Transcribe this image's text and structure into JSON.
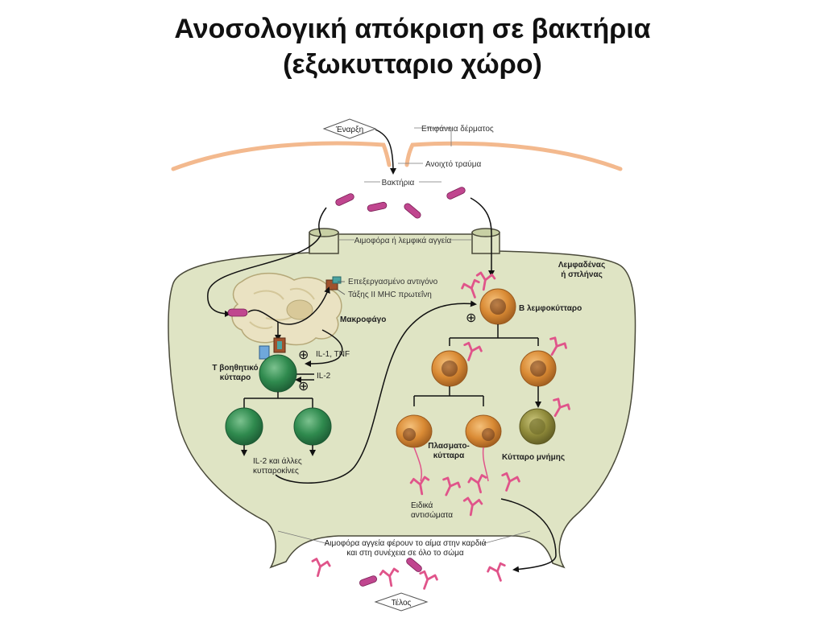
{
  "title": {
    "line1": "Ανοσολογική απόκριση σε βακτήρια",
    "line2": "(εξωκυτταριο χώρο)"
  },
  "labels": {
    "start": "Έναρξη",
    "end": "Τέλος",
    "skin_surface": "Επιφάνεια δέρματος",
    "open_wound": "Ανοιχτό τραύμα",
    "bacteria": "Βακτήρια",
    "vessels_top": "Αιμοφόρα ή λεμφικά αγγεία",
    "lymph_node_1": "Λεμφαδένας",
    "lymph_node_2": "ή σπλήνας",
    "processed_antigen": "Επεξεργασμένο αντιγόνο",
    "mhc_class_ii": "Τάξης ΙΙ MHC πρωτεΐνη",
    "macrophage": "Μακροφάγο",
    "il1_tnf": "IL-1, TNF",
    "il2": "IL-2",
    "helper_t_1": "T βοηθητικό",
    "helper_t_2": "κύτταρο",
    "b_lymphocyte": "Β λεμφοκύτταρο",
    "il2_cytokines_1": "IL-2 και άλλες",
    "il2_cytokines_2": "κυτταροκίνες",
    "plasma_cells_1": "Πλασματο-",
    "plasma_cells_2": "κύτταρα",
    "memory_cell": "Κύτταρο μνήμης",
    "antibodies_1": "Ειδικά",
    "antibodies_2": "αντισώματα",
    "vessels_bottom_1": "Αιμοφόρα αγγεία φέρουν το αίμα στην καρδιά",
    "vessels_bottom_2": "και στη συνέχεια σε όλο το σώμα",
    "plus": "⊕"
  },
  "colors": {
    "node_fill": "#dfe4c4",
    "node_stroke": "#4a4a3a",
    "skin": "#f3b98e",
    "bacteria": "#c0468f",
    "antibody": "#e0548a",
    "t_cell": "#2f8a4e",
    "b_cell": "#d98a34",
    "plasma_cell": "#d98a34",
    "memory_cell": "#8f8a3a",
    "macrophage": "#eae2c2"
  }
}
